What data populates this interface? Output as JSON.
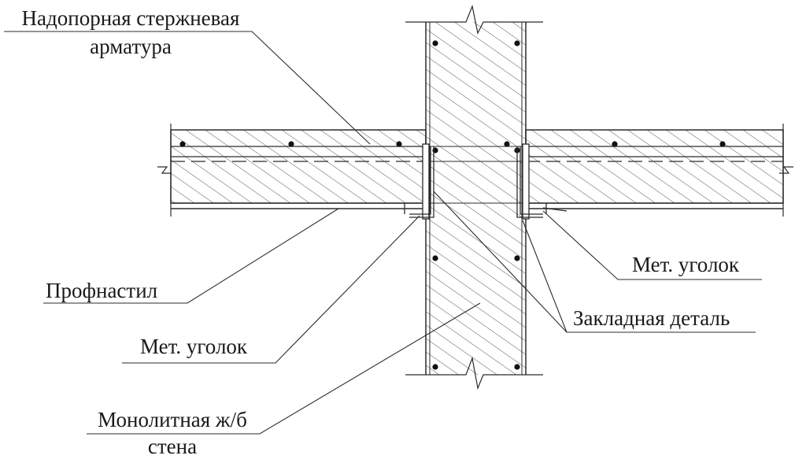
{
  "labels": {
    "rebar_line1": "Надопорная стержневая",
    "rebar_line2": "арматура",
    "profnastil": "Профнастил",
    "angle_left": "Мет. уголок",
    "angle_right": "Мет. уголок",
    "embedded": "Закладная деталь",
    "wall_line1": "Монолитная ж/б",
    "wall_line2": "стена"
  },
  "colors": {
    "line": "#2b2b2b",
    "hatch": "#555555",
    "background": "#ffffff"
  }
}
